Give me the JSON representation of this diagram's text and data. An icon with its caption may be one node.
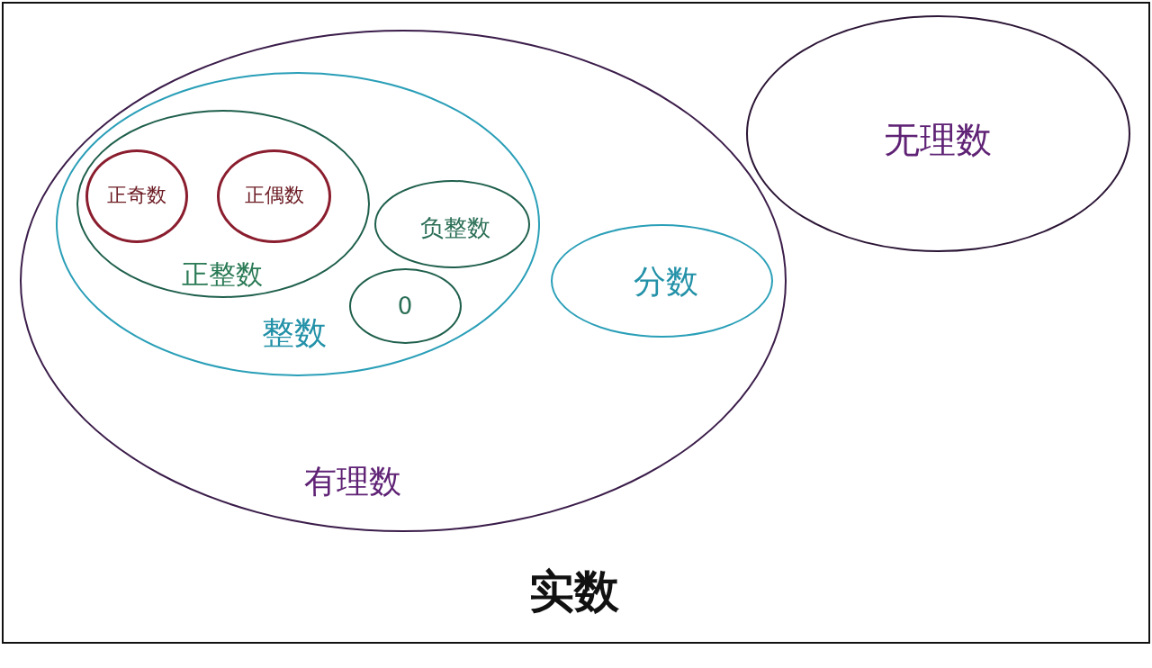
{
  "diagram": {
    "nodes": [
      {
        "text": [
          "实数"
        ]
      },
      {
        "text": [
          "有理数"
        ],
        "in": 0
      },
      {
        "text": [
          "整数"
        ],
        "in": 1
      },
      {
        "text": [
          "正整数"
        ],
        "in": 2
      },
      {
        "text": [
          "正奇数"
        ],
        "in": 3
      },
      {
        "text": [
          "正偶数"
        ],
        "in": 3
      },
      {
        "text": [
          "负整数"
        ],
        "in": 2
      },
      {
        "text": [
          "0"
        ],
        "in": 2
      },
      {
        "text": [
          "分数"
        ],
        "in": 1
      },
      {
        "text": [
          "无理数"
        ],
        "in": 0
      }
    ]
  }
}
